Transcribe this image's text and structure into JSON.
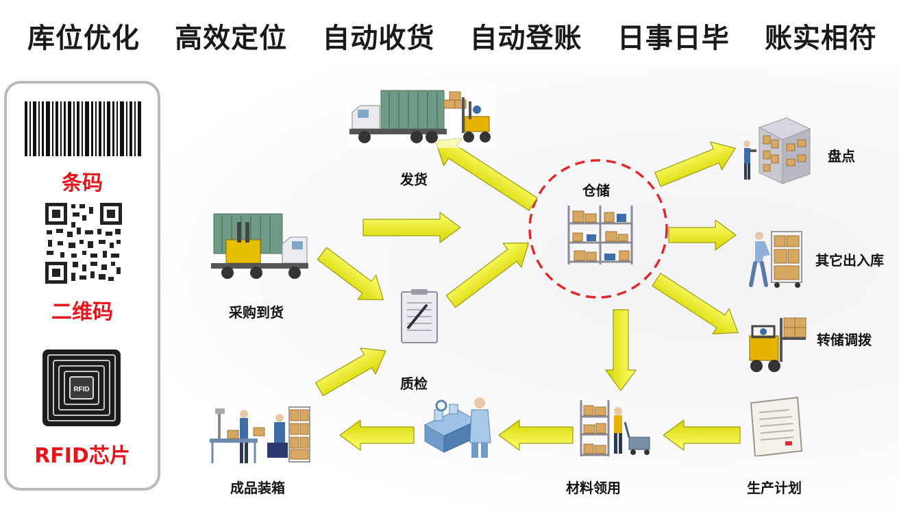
{
  "slogans": [
    "库位优化",
    "高效定位",
    "自动收货",
    "自动登账",
    "日事日毕",
    "账实相符"
  ],
  "tech": {
    "barcode_label": "条码",
    "qrcode_label": "二维码",
    "rfid_label": "RFID芯片",
    "rfid_chip_text": "RFID"
  },
  "nodes": {
    "shipping": "发货",
    "warehouse": "仓储",
    "stocktake": "盘点",
    "other_io": "其它出入库",
    "transfer": "转储调拨",
    "purchase": "采购到货",
    "inspection": "质检",
    "packing": "成品装箱",
    "material": "材料领用",
    "plan": "生产计划"
  },
  "colors": {
    "arrow_fill": "#f2f200",
    "arrow_stroke": "#9a9a10",
    "warehouse_ring": "#e02a2a",
    "tech_text": "#e8141c",
    "container_green": "#6f9a86",
    "box_tan": "#d8a860"
  },
  "icons": [
    "barcode-icon",
    "qrcode-icon",
    "rfid-chip-icon",
    "truck-icon",
    "forklift-icon",
    "clipboard-icon",
    "shelf-icon",
    "worker-icon",
    "machine-icon",
    "document-icon"
  ]
}
